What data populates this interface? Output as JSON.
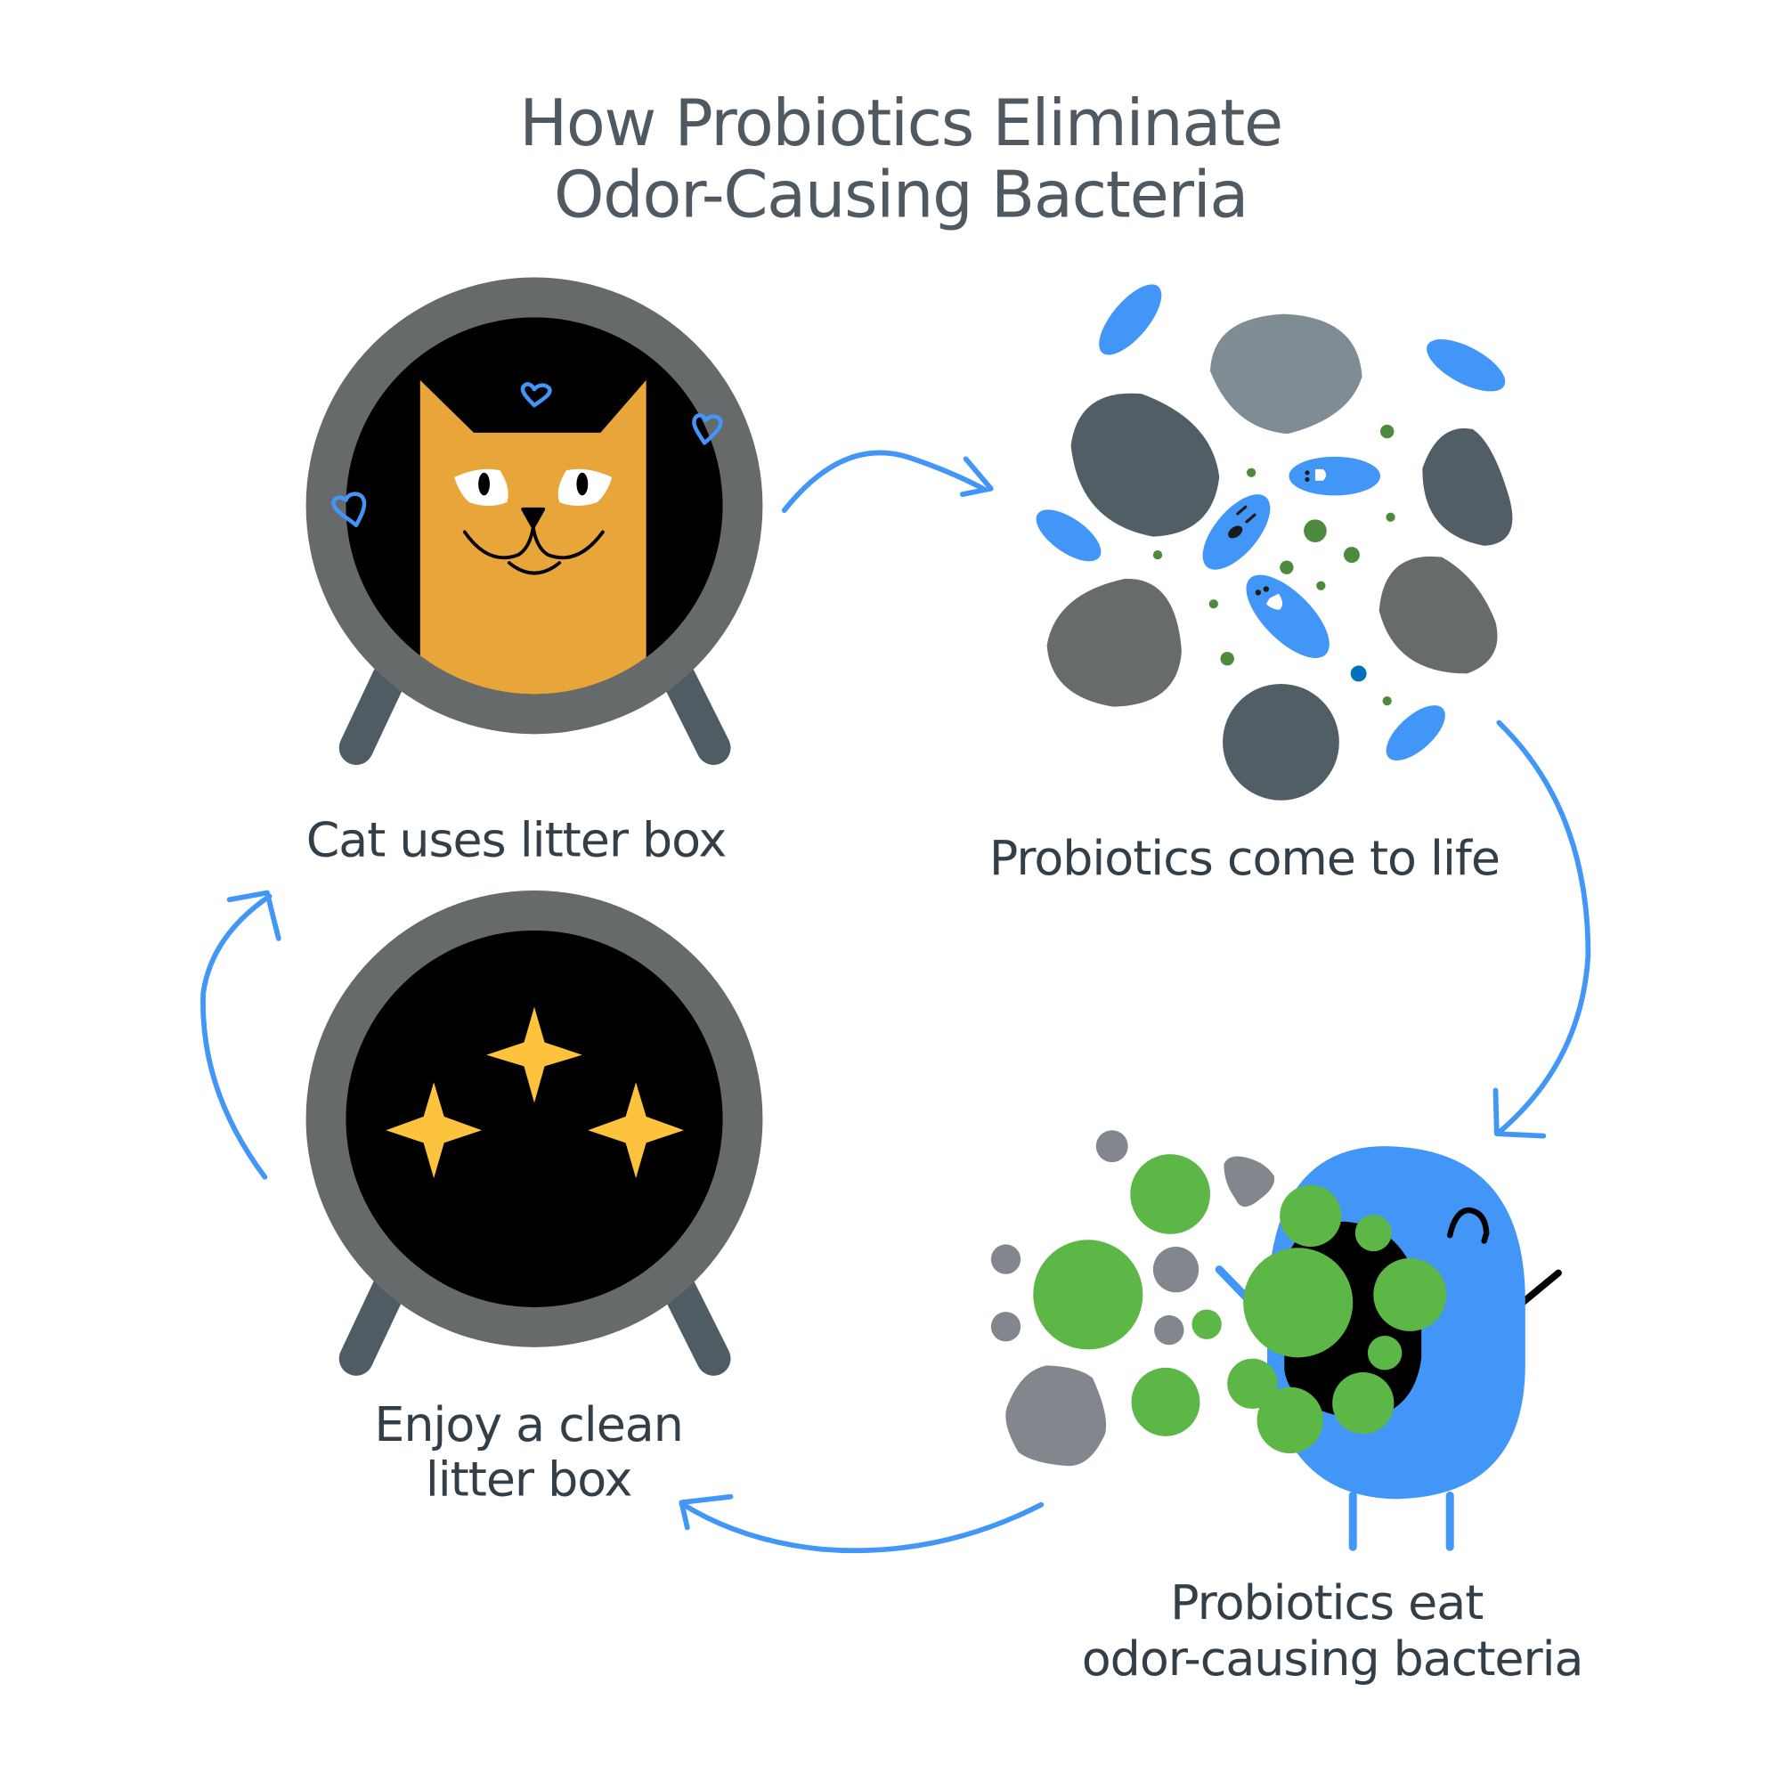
{
  "title": {
    "line1": "How Probiotics Eliminate",
    "line2": "Odor-Causing Bacteria"
  },
  "steps": [
    {
      "id": "step-1",
      "label_lines": [
        "Cat uses litter box"
      ],
      "illustration": "cat-in-litter-box-icon"
    },
    {
      "id": "step-2",
      "label_lines": [
        "Probiotics come to life"
      ],
      "illustration": "probiotics-awakening-icon"
    },
    {
      "id": "step-3",
      "label_lines": [
        "Probiotics eat",
        "odor-causing bacteria"
      ],
      "illustration": "probiotic-eating-bacteria-icon"
    },
    {
      "id": "step-4",
      "label_lines": [
        "Enjoy a clean",
        "litter box"
      ],
      "illustration": "clean-litter-box-sparkles-icon"
    }
  ],
  "arrows": [
    {
      "from": "step-1",
      "to": "step-2",
      "direction": "clockwise"
    },
    {
      "from": "step-2",
      "to": "step-3",
      "direction": "clockwise"
    },
    {
      "from": "step-3",
      "to": "step-4",
      "direction": "clockwise"
    },
    {
      "from": "step-4",
      "to": "step-1",
      "direction": "clockwise"
    }
  ],
  "colors": {
    "title_text": "#4e5961",
    "label_text": "#323e48",
    "arrow_blue": "#4296f7",
    "probiotic_blue": "#4296f7",
    "litter_box_ring": "#666a6b",
    "litter_box_legs": "#4f5c64",
    "litter_box_inner": "#000000",
    "cat_orange": "#e8a53a",
    "sparkle_yellow": "#fdc33d",
    "bacteria_green": "#5db746",
    "dark_green_dot": "#4e8a3e",
    "pebble_dark": "#525e66",
    "pebble_mid": "#676b6c",
    "pebble_light": "#7f8c93",
    "gray_particle": "#81878c"
  }
}
